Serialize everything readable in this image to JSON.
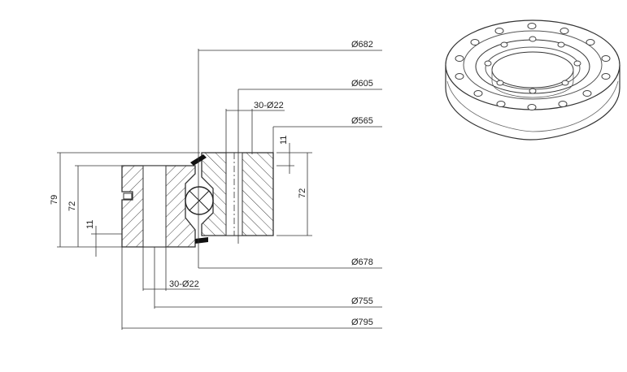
{
  "diagram": {
    "labels": {
      "d682": "Ø682",
      "d605": "Ø605",
      "d565": "Ø565",
      "holes_outer": "30-Ø22",
      "d678": "Ø678",
      "holes_inner": "30-Ø22",
      "d755": "Ø755",
      "d795": "Ø795",
      "h11_right": "11",
      "h72_right": "72",
      "h79_left": "79",
      "h72_left": "72",
      "h11_left": "11"
    }
  }
}
